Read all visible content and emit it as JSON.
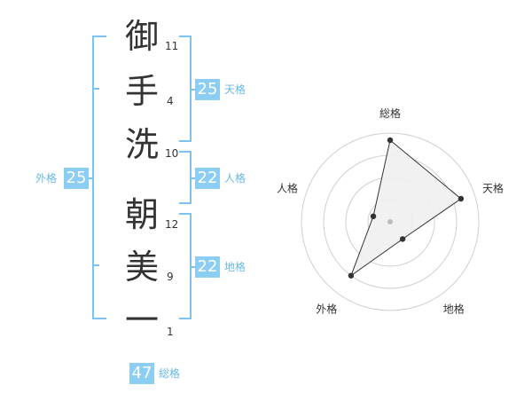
{
  "name": {
    "characters": [
      {
        "char": "御",
        "strokes": "11"
      },
      {
        "char": "手",
        "strokes": "4"
      },
      {
        "char": "洗",
        "strokes": "10"
      },
      {
        "char": "朝",
        "strokes": "12"
      },
      {
        "char": "美",
        "strokes": "9"
      },
      {
        "char": "一",
        "strokes": "1"
      }
    ]
  },
  "kakusu": {
    "tenkaku": {
      "value": "25",
      "label": "天格"
    },
    "jinkaku": {
      "value": "22",
      "label": "人格"
    },
    "chikaku": {
      "value": "22",
      "label": "地格"
    },
    "gaikaku": {
      "value": "25",
      "label": "外格"
    },
    "soukaku": {
      "value": "47",
      "label": "総格"
    }
  },
  "chart_data": {
    "type": "radar",
    "axes": [
      "総格",
      "天格",
      "地格",
      "外格",
      "人格"
    ],
    "values": [
      0.92,
      0.84,
      0.24,
      0.75,
      0.2
    ],
    "range": [
      0,
      1
    ],
    "rings": 4
  },
  "colors": {
    "accent": "#8ccdf3",
    "accent_text": "#66b8e8",
    "bracket": "#7cc4ef",
    "text": "#333333"
  }
}
